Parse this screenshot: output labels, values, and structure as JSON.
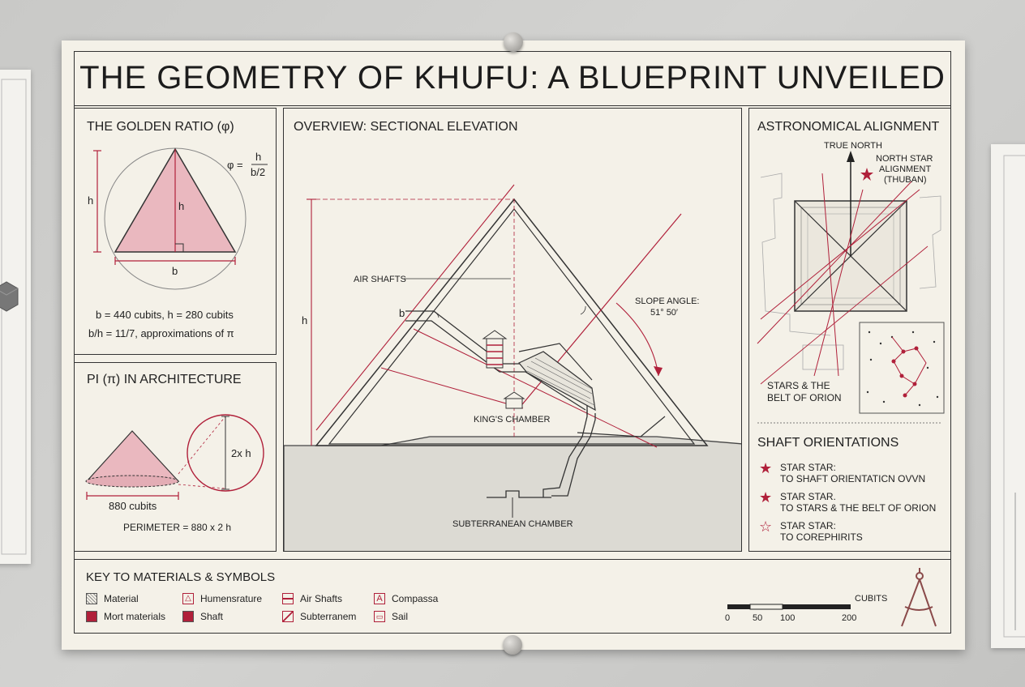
{
  "title": "THE GEOMETRY OF KHUFU: A BLUEPRINT UNVEILED",
  "golden": {
    "title": "THE GOLDEN RATIO (φ)",
    "phi_label": "φ =",
    "frac_num": "h",
    "frac_den": "b/2",
    "h_outer": "h",
    "h_inner": "h",
    "b": "b",
    "line1": "b = 440 cubits, h = 280 cubits",
    "line2": "b/h = 11/7, approximations of π"
  },
  "pi": {
    "title": "PI (π) IN ARCHITECTURE",
    "circle_label": "2x h",
    "cubits": "880 cubits",
    "perimeter": "PERIMETER = 880 x 2 h"
  },
  "overview": {
    "title": "OVERVIEW: SECTIONAL ELEVATION",
    "air_shafts": "AIR SHAFTS",
    "h": "h",
    "b": "b",
    "slope_1": "SLOPE ANGLE:",
    "slope_2": "51° 50′",
    "kings": "KING'S CHAMBER",
    "subterranean": "SUBTERRANEAN CHAMBER"
  },
  "astro": {
    "title": "ASTRONOMICAL ALIGNMENT",
    "true_north": "TRUE NORTH",
    "north_star_1": "NORTH STAR",
    "north_star_2": "ALIGNMENT",
    "north_star_3": "(THUBAN)",
    "orion_1": "STARS & THE",
    "orion_2": "BELT OF ORION"
  },
  "shafts": {
    "title": "SHAFT ORIENTATIONS",
    "items": [
      {
        "l1": "STAR STAR:",
        "l2": "TO SHAFT ORIENTATICN OVVN"
      },
      {
        "l1": "STAR STAR.",
        "l2": "TO STARS & THE BELT OF ORION"
      },
      {
        "l1": "STAR STAR:",
        "l2": "TO COREPHIRITS"
      }
    ]
  },
  "key": {
    "title": "KEY TO MATERIALS & SYMBOLS",
    "items": [
      "Material",
      "Mort materials",
      "Humensrature",
      "Shaft",
      "Air Shafts",
      "Subterranem",
      "Compassa",
      "Sail"
    ]
  },
  "scale": {
    "unit": "CUBITS",
    "ticks": [
      "0",
      "50",
      "100",
      "200"
    ]
  },
  "colors": {
    "accent": "#b0203a",
    "fill": "#eab8bf",
    "ink": "#333333",
    "paper": "#f4f1e8",
    "ground": "#dcdad3"
  },
  "icons": [
    "compass-icon",
    "star-icon",
    "star-outline-icon"
  ]
}
